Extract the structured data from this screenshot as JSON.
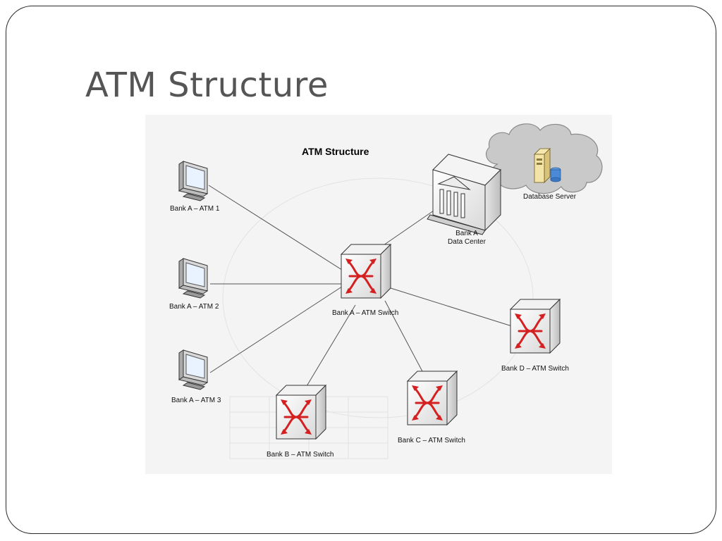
{
  "slide": {
    "title": "ATM Structure"
  },
  "diagram": {
    "title": "ATM Structure",
    "nodes": {
      "atm1": "Bank A – ATM 1",
      "atm2": "Bank A – ATM 2",
      "atm3": "Bank A – ATM 3",
      "switch_a": "Bank A – ATM Switch",
      "switch_b": "Bank B – ATM Switch",
      "switch_c": "Bank C – ATM Switch",
      "switch_d": "Bank D – ATM Switch",
      "datacenter_line1": "Bank A",
      "datacenter_line2": "Data Center",
      "database": "Database Server"
    },
    "icons": {
      "atm": "monitor-icon",
      "switch": "network-switch-icon",
      "datacenter": "bank-building-icon",
      "database": "database-server-icon",
      "cloud": "cloud-icon"
    },
    "colors": {
      "switch_arrows": "#d42020",
      "lines": "#555555"
    }
  }
}
